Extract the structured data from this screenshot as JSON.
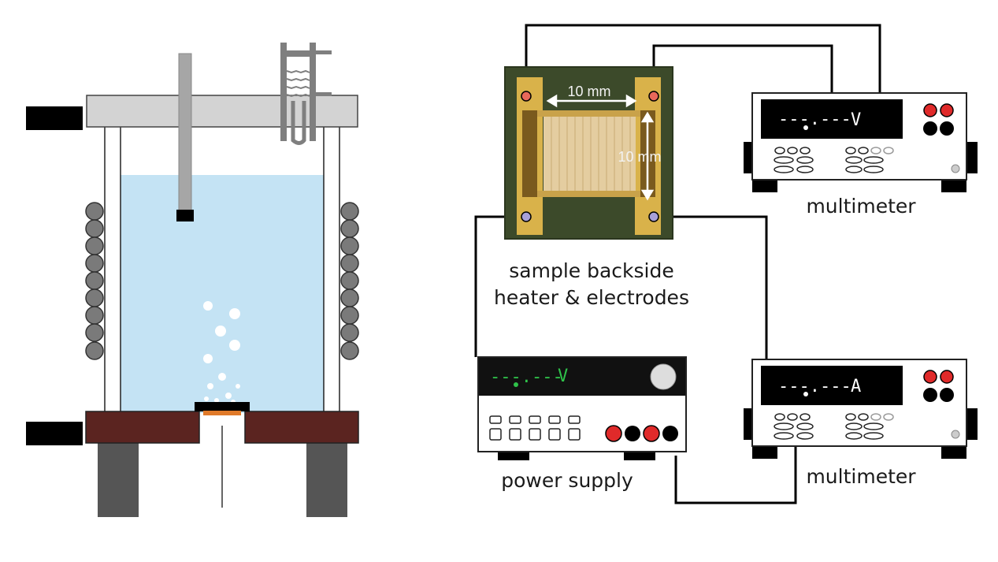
{
  "labels": {
    "sample_line1": "sample backside",
    "sample_line2": "heater & electrodes",
    "multimeter_top": "multimeter",
    "multimeter_bottom": "multimeter",
    "power_supply": "power supply"
  },
  "sample": {
    "width_label": "10 mm",
    "height_label": "10 mm"
  },
  "displays": {
    "multimeter_top_reading": "---.---",
    "multimeter_top_unit": "V",
    "multimeter_bottom_reading": "---.---",
    "multimeter_bottom_unit": "A",
    "power_supply_reading": "---.---",
    "power_supply_unit": "V"
  },
  "colors": {
    "water": "#c4e3f4",
    "base": "#5b2420",
    "wire": "#000000",
    "probe_red": "#e02a2a",
    "sample_gold": "#d9b24a",
    "sample_bg": "#3c4a2a",
    "display_green": "#2fc24a"
  }
}
